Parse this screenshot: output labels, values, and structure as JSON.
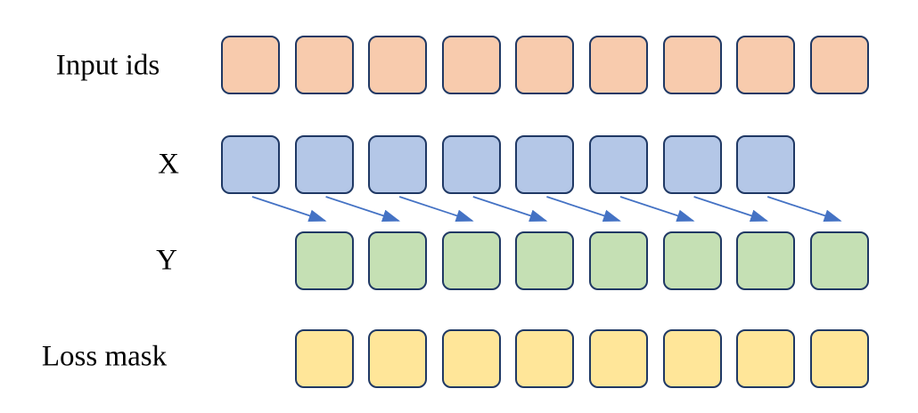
{
  "diagram": {
    "background": "#FFFFFF",
    "square_border_color": "#1F3864",
    "rows": [
      {
        "name": "input-ids",
        "label": "Input ids",
        "square_count": 9,
        "fill": "#F8CBAD",
        "col_offset": 0
      },
      {
        "name": "x",
        "label": "X",
        "square_count": 8,
        "fill": "#B4C7E7",
        "col_offset": 0
      },
      {
        "name": "y",
        "label": "Y",
        "square_count": 8,
        "fill": "#C5E0B4",
        "col_offset": 1
      },
      {
        "name": "loss-mask",
        "label": "Loss mask",
        "square_count": 8,
        "fill": "#FFE699",
        "col_offset": 1
      }
    ],
    "arrows": {
      "count": 8,
      "color": "#4472C4",
      "from_row": "x",
      "to_row": "y",
      "shift": 1
    }
  }
}
